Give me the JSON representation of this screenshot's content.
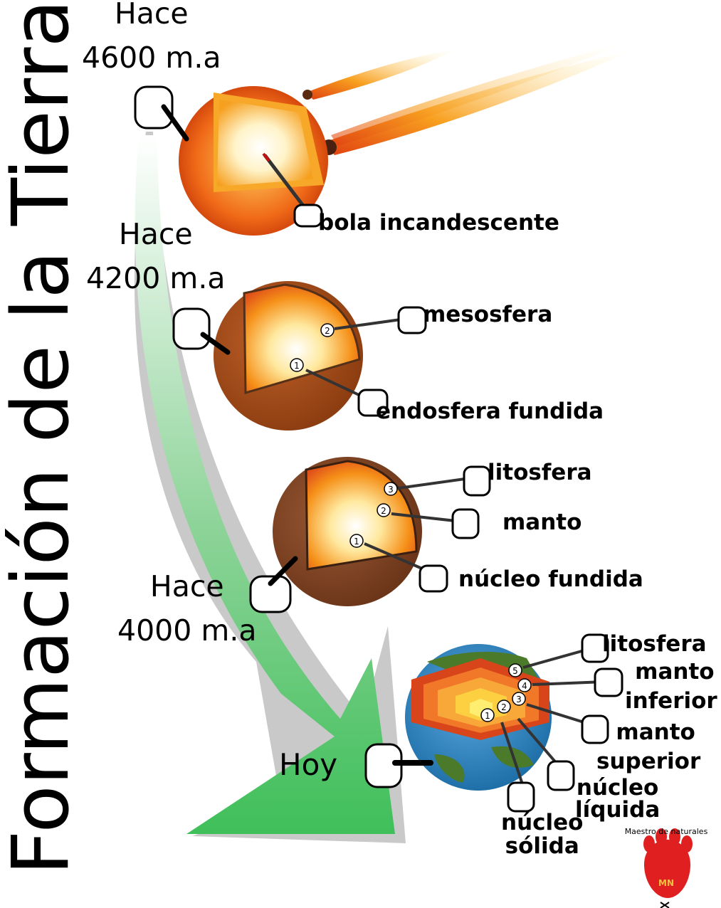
{
  "title": "Formación de la Tierra",
  "colors": {
    "arrow_gray": "#c8c8c8",
    "arrow_green": "#4cc060",
    "fire": "#f07020",
    "ocean": "#2e86c1",
    "land": "#4a7a2a"
  },
  "stages": [
    {
      "era_line1": "Hace",
      "era_line2": "4600 m.a",
      "labels": [
        "bola incandescente"
      ]
    },
    {
      "era_line1": "Hace",
      "era_line2": "4200 m.a",
      "labels": [
        "mesosfera",
        "endosfera fundida"
      ],
      "numbers": [
        "2",
        "1"
      ]
    },
    {
      "era_line1": "Hace",
      "era_line2": "4000 m.a",
      "labels": [
        "litosfera",
        "manto",
        "núcleo fundida"
      ],
      "numbers": [
        "3",
        "2",
        "1"
      ]
    },
    {
      "era_line1": "Hoy",
      "labels": [
        "litosfera",
        "manto inferior",
        "manto superior",
        "núcleo líquida",
        "núcleo sólida"
      ],
      "label_lines": {
        "manto_inferior": [
          "manto",
          "inferior"
        ],
        "manto_superior": [
          "manto",
          "superior"
        ],
        "nucleo_liquida": [
          "núcleo",
          "líquida"
        ],
        "nucleo_solida": [
          "núcleo",
          "sólida"
        ]
      },
      "numbers": [
        "5",
        "4",
        "3",
        "2",
        "1"
      ]
    }
  ],
  "logo": {
    "text": "Maestro de naturales",
    "monogram": "MN"
  }
}
